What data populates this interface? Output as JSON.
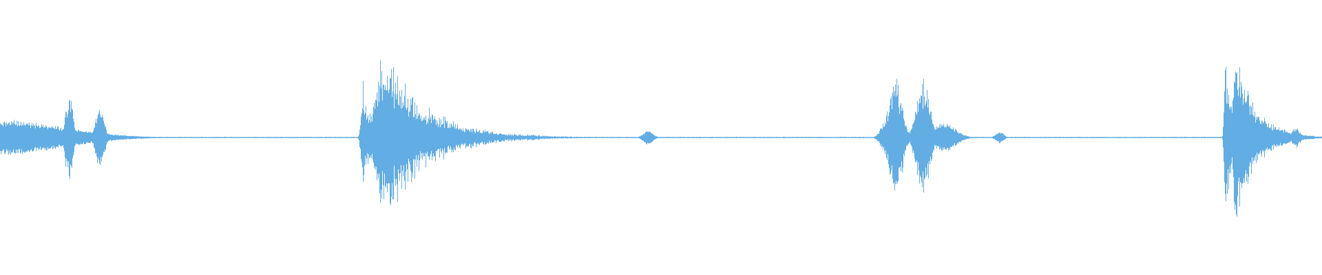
{
  "waveform": {
    "color": "#62ade3",
    "background": "#ffffff",
    "baseline_level": 0.004,
    "bursts": [
      {
        "center": 0.0015,
        "span": 0.108,
        "peak": 0.12,
        "noise": 0.1,
        "shape": "swell"
      },
      {
        "center": 0.052,
        "span": 0.004,
        "peak": 0.29,
        "noise": 0.25,
        "shape": "spike"
      },
      {
        "center": 0.0755,
        "span": 0.0045,
        "peak": 0.2,
        "noise": 0.2,
        "shape": "spike"
      },
      {
        "center": 0.274,
        "span": 0.0065,
        "peak": 0.35,
        "noise": 0.3,
        "shape": "attack"
      },
      {
        "center": 0.29,
        "span": 0.032,
        "peak": 0.5,
        "noise": 0.35,
        "shape": "attack"
      },
      {
        "center": 0.328,
        "span": 0.01,
        "peak": 0.09,
        "noise": 0.15,
        "shape": "swell"
      },
      {
        "center": 0.348,
        "span": 0.008,
        "peak": 0.05,
        "noise": 0.15,
        "shape": "swell"
      },
      {
        "center": 0.403,
        "span": 0.004,
        "peak": 0.02,
        "noise": 0.1,
        "shape": "spike"
      },
      {
        "center": 0.49,
        "span": 0.005,
        "peak": 0.05,
        "noise": 0.1,
        "shape": "spike"
      },
      {
        "center": 0.67,
        "span": 0.009,
        "peak": 0.11,
        "noise": 0.2,
        "shape": "swell"
      },
      {
        "center": 0.677,
        "span": 0.007,
        "peak": 0.38,
        "noise": 0.25,
        "shape": "spike"
      },
      {
        "center": 0.698,
        "span": 0.007,
        "peak": 0.37,
        "noise": 0.25,
        "shape": "spike"
      },
      {
        "center": 0.714,
        "span": 0.02,
        "peak": 0.1,
        "noise": 0.15,
        "shape": "swell"
      },
      {
        "center": 0.756,
        "span": 0.004,
        "peak": 0.04,
        "noise": 0.1,
        "shape": "spike"
      },
      {
        "center": 0.9268,
        "span": 0.005,
        "peak": 0.55,
        "noise": 0.25,
        "shape": "attack"
      },
      {
        "center": 0.935,
        "span": 0.015,
        "peak": 0.52,
        "noise": 0.25,
        "shape": "attack"
      },
      {
        "center": 0.968,
        "span": 0.015,
        "peak": 0.06,
        "noise": 0.2,
        "shape": "swell"
      },
      {
        "center": 0.98,
        "span": 0.004,
        "peak": 0.07,
        "noise": 0.2,
        "shape": "spike"
      }
    ]
  }
}
